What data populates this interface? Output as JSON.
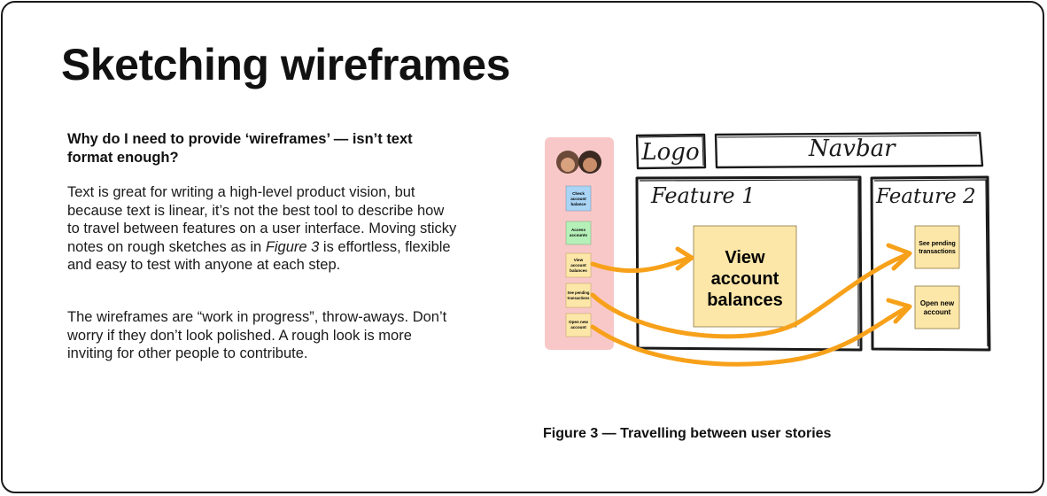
{
  "title": "Sketching wireframes",
  "question": "Why do I need to provide ‘wireframes’ — isn’t text format enough?",
  "paragraph1": {
    "before": "Text is great for writing a high-level product vision, but because text is linear, it’s not the best tool to describe how to travel between features on a user interface. Moving sticky notes on rough sketches as in ",
    "emphasis": "Figure 3",
    "after": " is effortless, flexible and easy to test with anyone at each step."
  },
  "paragraph2": "The wireframes are “work in progress”, throw-aways. Don’t worry if they don’t look polished. A rough look is more inviting for other people to contribute.",
  "figure": {
    "logo": "Logo",
    "navbar": "Navbar",
    "feature1": "Feature 1",
    "feature2": "Feature 2",
    "sidebar_notes": [
      {
        "line1": "Check",
        "line2": "account",
        "line3": "balance",
        "color": "#a9d4f5"
      },
      {
        "line1": "Access",
        "line2": "accounts",
        "line3": "",
        "color": "#b5f0b8"
      },
      {
        "line1": "View",
        "line2": "account",
        "line3": "balances",
        "color": "#fde7a8"
      },
      {
        "line1": "See pending",
        "line2": "transactions",
        "line3": "",
        "color": "#fde7a8"
      },
      {
        "line1": "Open new",
        "line2": "account",
        "line3": "",
        "color": "#fde7a8"
      }
    ],
    "big_note": {
      "line1": "View",
      "line2": "account",
      "line3": "balances"
    },
    "pending_note": {
      "line1": "See pending",
      "line2": "transactions"
    },
    "open_note": {
      "line1": "Open new",
      "line2": "account"
    }
  },
  "caption": "Figure 3 — Travelling between user stories",
  "colors": {
    "sidebar": "#f8c8c8",
    "sticky": "#fde7a8",
    "arrow": "#f7a11a",
    "ink": "#1a1a1a"
  }
}
